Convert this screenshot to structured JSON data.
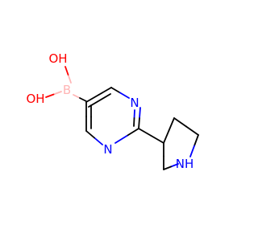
{
  "molecule": {
    "atoms": {
      "OH_top": {
        "text": "OH",
        "element": "O"
      },
      "OH_left": {
        "text": "OH",
        "element": "O"
      },
      "B": {
        "text": "B",
        "element": "B"
      },
      "N_upper": {
        "text": "N",
        "element": "N"
      },
      "N_lower": {
        "text": "N",
        "element": "N"
      },
      "NH": {
        "text": "NH",
        "element": "N"
      }
    },
    "colors": {
      "carbon_bond": "#000000",
      "oxygen": "#ff0000",
      "boron": "#ffb5b5",
      "nitrogen": "#0000ff"
    }
  }
}
